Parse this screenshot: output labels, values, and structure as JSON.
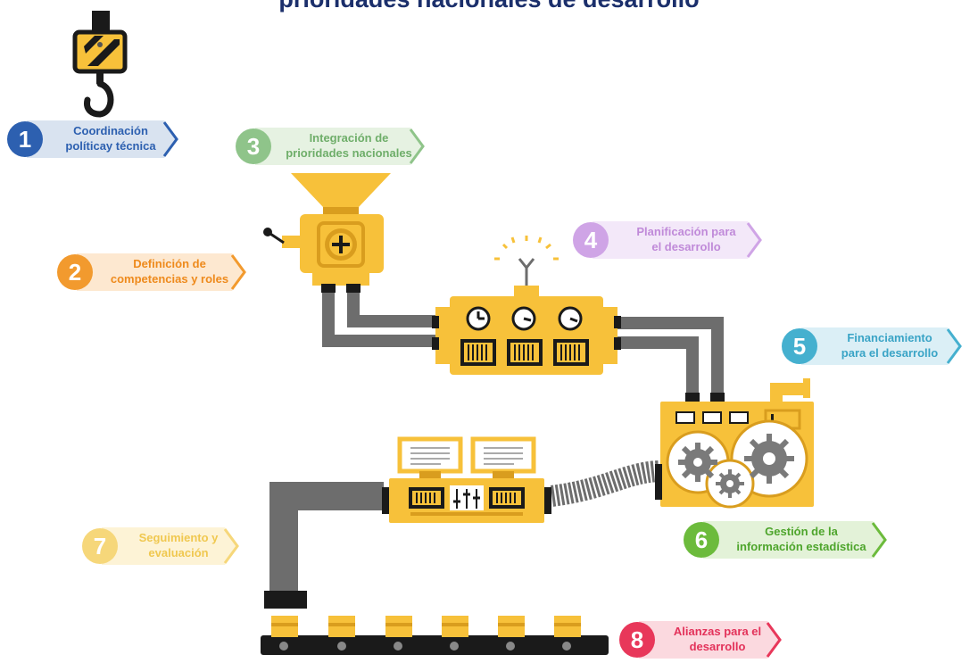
{
  "title": "prioridades nacionales de desarrollo",
  "colors": {
    "machine_yellow": "#f7c13a",
    "machine_dark_yellow": "#d99d1e",
    "pipe_gray": "#6d6d6d",
    "title_blue": "#1b2f6b"
  },
  "steps": [
    {
      "number": "1",
      "line1": "Coordinación",
      "line2": "políticay técnica",
      "color": "#2d60b0",
      "band": "#d9e3f0",
      "text": "#2d60b0"
    },
    {
      "number": "2",
      "line1": "Definición de",
      "line2": "competencias y roles",
      "color": "#f29a2e",
      "band": "#fde8d0",
      "text": "#ee8a1c"
    },
    {
      "number": "3",
      "line1": "Integración de",
      "line2": "prioridades nacionales",
      "color": "#8fc48a",
      "band": "#e6f2e2",
      "text": "#6fae6a"
    },
    {
      "number": "4",
      "line1": "Planificación para",
      "line2": "el desarrollo",
      "color": "#cfa4e6",
      "band": "#f3e8f9",
      "text": "#c08ad9"
    },
    {
      "number": "5",
      "line1": "Financiamiento",
      "line2": "para el desarrollo",
      "color": "#45b0cf",
      "band": "#dbeff6",
      "text": "#3aa4c6"
    },
    {
      "number": "6",
      "line1": "Gestión de la",
      "line2": "información estadística",
      "color": "#6cbb3c",
      "band": "#e3f2d8",
      "text": "#4ea52c"
    },
    {
      "number": "7",
      "line1": "Seguimiento y",
      "line2": "evaluación",
      "color": "#f6d77a",
      "band": "#fdf3d6",
      "text": "#f0c850"
    },
    {
      "number": "8",
      "line1": "Alianzas para el",
      "line2": "desarrollo",
      "color": "#e8375a",
      "band": "#fbd9df",
      "text": "#e3325a"
    }
  ]
}
